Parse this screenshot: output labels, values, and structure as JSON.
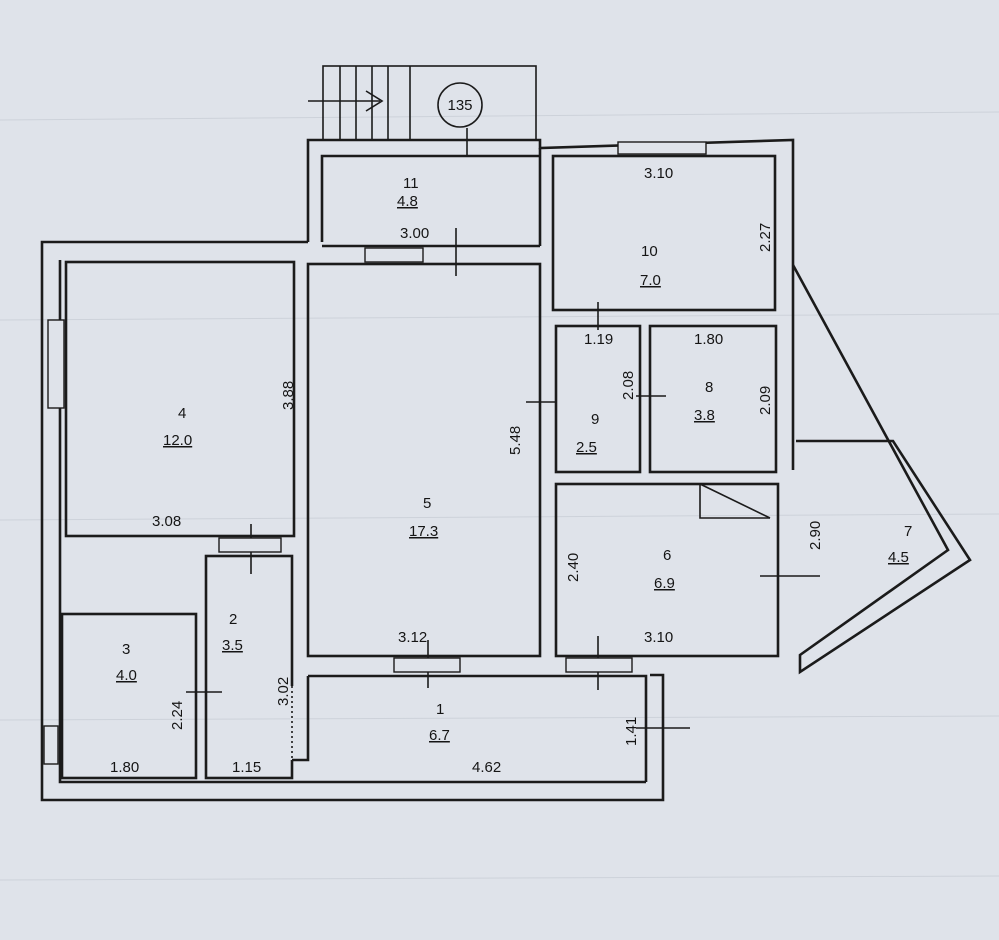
{
  "plan": {
    "stair_marker": "135",
    "rooms": [
      {
        "id": "1",
        "number": "1",
        "area": "6.7"
      },
      {
        "id": "2",
        "number": "2",
        "area": "3.5"
      },
      {
        "id": "3",
        "number": "3",
        "area": "4.0"
      },
      {
        "id": "4",
        "number": "4",
        "area": "12.0"
      },
      {
        "id": "5",
        "number": "5",
        "area": "17.3"
      },
      {
        "id": "6",
        "number": "6",
        "area": "6.9"
      },
      {
        "id": "7",
        "number": "7",
        "area": "4.5"
      },
      {
        "id": "8",
        "number": "8",
        "area": "3.8"
      },
      {
        "id": "9",
        "number": "9",
        "area": "2.5"
      },
      {
        "id": "10",
        "number": "10",
        "area": "7.0"
      },
      {
        "id": "11",
        "number": "11",
        "area": "4.8"
      }
    ],
    "dimensions": {
      "r11_width": "3.00",
      "r10_width": "3.10",
      "r10_height": "2.27",
      "r4_height": "3.88",
      "r4_width": "3.08",
      "r5_height": "5.48",
      "r5_width": "3.12",
      "r9_width": "1.19",
      "r9_height": "2.08",
      "r8_width": "1.80",
      "r8_height": "2.09",
      "r6_height": "2.40",
      "r6_width": "3.10",
      "r7_dim": "2.90",
      "r3_height": "2.24",
      "r3_width": "1.80",
      "r2_height": "3.02",
      "r2_width": "1.15",
      "r1_width": "4.62",
      "r1_height": "1.41"
    }
  }
}
